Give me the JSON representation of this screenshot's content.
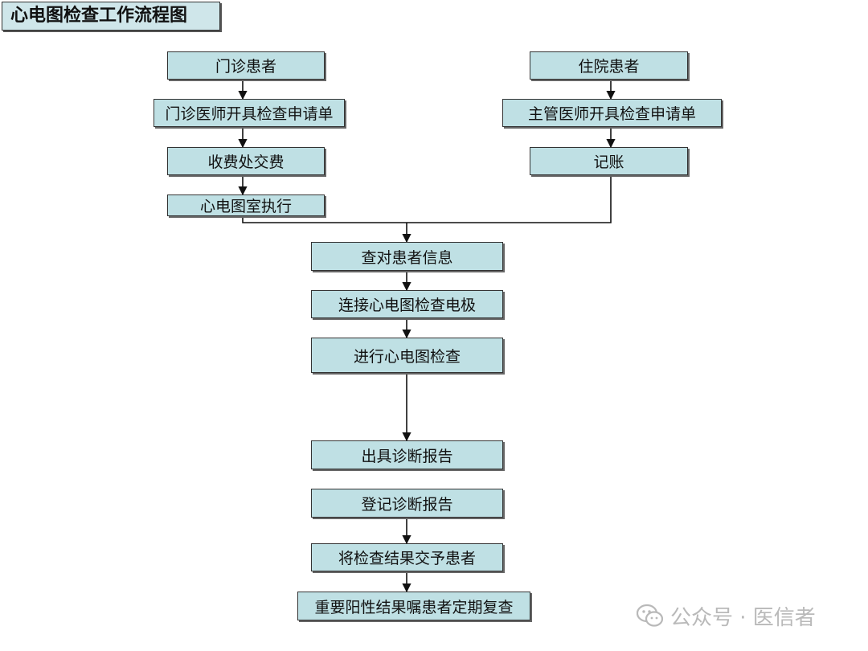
{
  "title": "心电图检查工作流程图",
  "outpatient": {
    "patient": "门诊患者",
    "doctor_request": "门诊医师开具检查申请单",
    "payment": "收费处交费",
    "ecg_room": "心电图室执行"
  },
  "inpatient": {
    "patient": "住院患者",
    "doctor_request": "主管医师开具检查申请单",
    "billing": "记账"
  },
  "main_flow": {
    "verify": "查对患者信息",
    "electrodes": "连接心电图检查电极",
    "exam": "进行心电图检查",
    "report": "出具诊断报告",
    "register": "登记诊断报告",
    "deliver": "将检查结果交予患者",
    "followup": "重要阳性结果嘱患者定期复查"
  },
  "watermark": {
    "text": "公众号 · 医信者",
    "icon": "wechat-icon"
  },
  "colors": {
    "box_fill": "#bfe0e4",
    "title_fill": "#cfe6ea",
    "border": "#333333",
    "watermark": "#b9b9b9"
  }
}
